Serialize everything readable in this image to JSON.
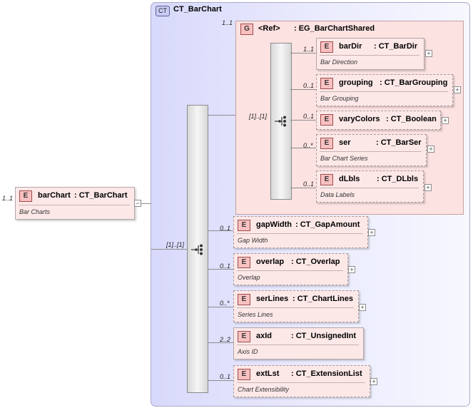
{
  "complex_type": {
    "badge": "CT",
    "name": "CT_BarChart"
  },
  "root": {
    "badge": "E",
    "name": "barChart",
    "type": ": CT_BarChart",
    "desc": "Bar Charts",
    "card": "1..1"
  },
  "outer_sequence": {
    "card": "[1]..[1]"
  },
  "group": {
    "badge": "G",
    "ref": "<Ref>",
    "name": ": EG_BarChartShared",
    "card": "1..1"
  },
  "inner_sequence": {
    "card": "[1]..[1]"
  },
  "group_elements": [
    {
      "badge": "E",
      "name": "barDir",
      "type": ": CT_BarDir",
      "desc": "Bar Direction",
      "card": "1..1"
    },
    {
      "badge": "E",
      "name": "grouping",
      "type": ": CT_BarGrouping",
      "desc": "Bar Grouping",
      "card": "0..1"
    },
    {
      "badge": "E",
      "name": "varyColors",
      "type": ": CT_Boolean",
      "desc": "",
      "card": "0..1"
    },
    {
      "badge": "E",
      "name": "ser",
      "type": ": CT_BarSer",
      "desc": "Bar Chart Series",
      "card": "0..*"
    },
    {
      "badge": "E",
      "name": "dLbls",
      "type": ": CT_DLbls",
      "desc": "Data Labels",
      "card": "0..1"
    }
  ],
  "elements": [
    {
      "badge": "E",
      "name": "gapWidth",
      "type": ": CT_GapAmount",
      "desc": "Gap Width",
      "card": "0..1"
    },
    {
      "badge": "E",
      "name": "overlap",
      "type": ": CT_Overlap",
      "desc": "Overlap",
      "card": "0..1"
    },
    {
      "badge": "E",
      "name": "serLines",
      "type": ": CT_ChartLines",
      "desc": "Series Lines",
      "card": "0..*"
    },
    {
      "badge": "E",
      "name": "axId",
      "type": ": CT_UnsignedInt",
      "desc": "Axis ID",
      "card": "2..2"
    },
    {
      "badge": "E",
      "name": "extLst",
      "type": ": CT_ExtensionList",
      "desc": "Chart Extensibility",
      "card": "0..1"
    }
  ],
  "expander": {
    "plus": "+",
    "minus": "−"
  }
}
